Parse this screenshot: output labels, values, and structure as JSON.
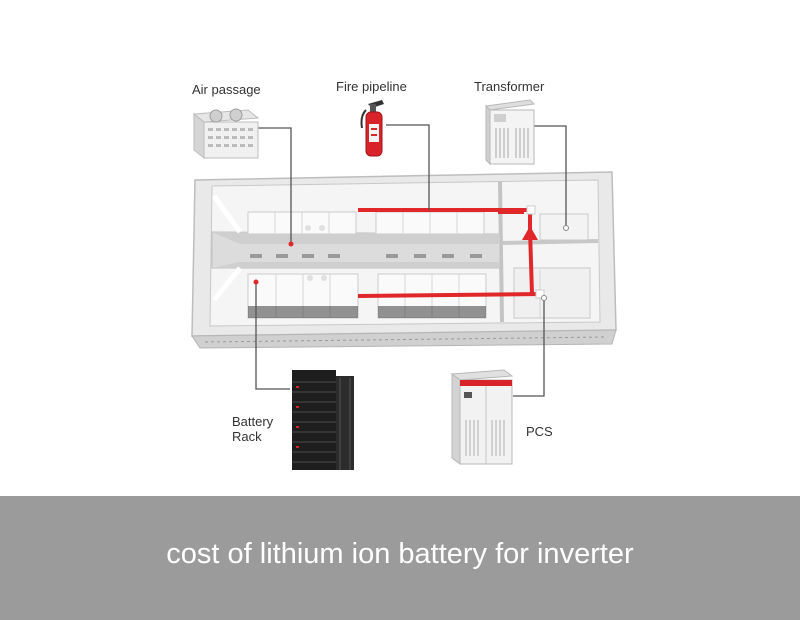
{
  "labels": {
    "air_passage": "Air passage",
    "fire_pipeline": "Fire pipeline",
    "transformer": "Transformer",
    "battery_rack": "Battery Rack",
    "pcs": "PCS"
  },
  "caption": "cost of lithium ion battery for inverter",
  "colors": {
    "pipe": "#e0282a",
    "container": "#f2f2f2",
    "caption_bar": "#9b9b9b",
    "caption_text": "#ffffff"
  },
  "icons": [
    "air-conditioner-icon",
    "fire-extinguisher-icon",
    "transformer-icon",
    "battery-rack-icon",
    "pcs-cabinet-icon"
  ]
}
